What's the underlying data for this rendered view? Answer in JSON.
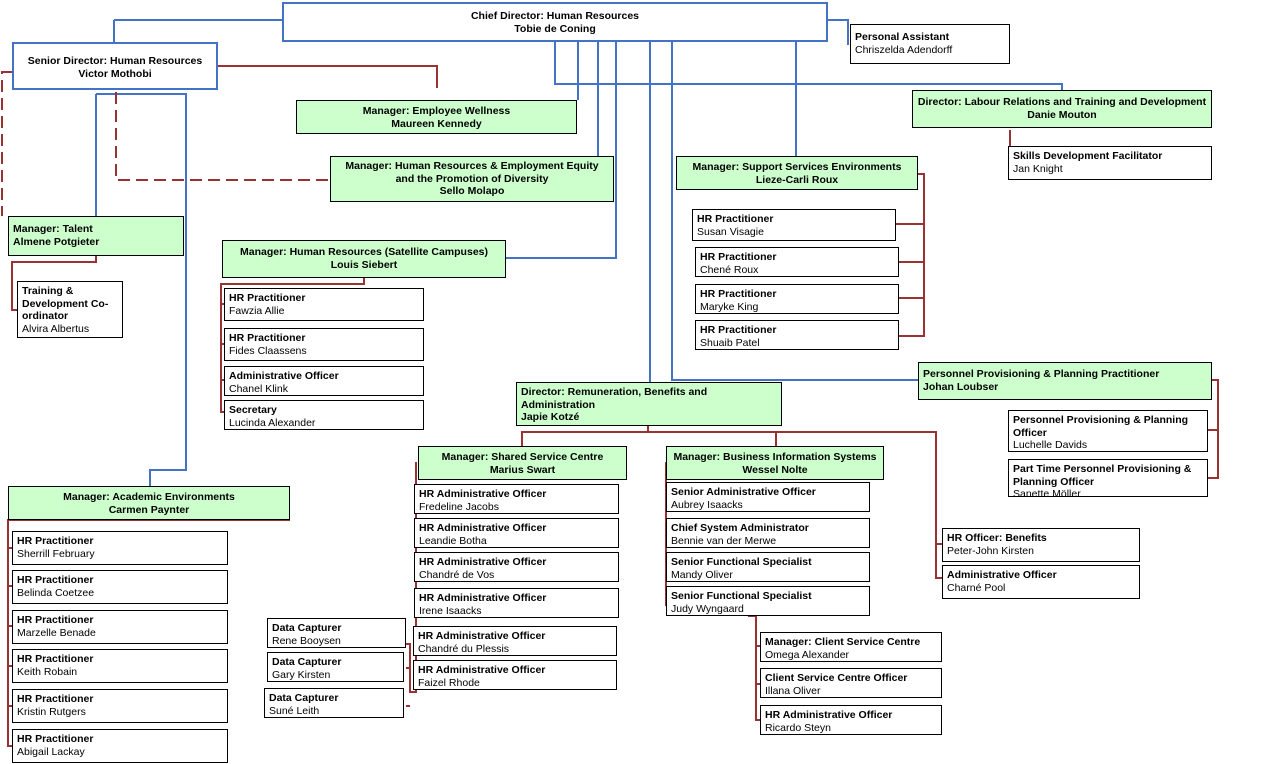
{
  "colors": {
    "blue_line": "#4472c4",
    "red_line": "#993333",
    "box_green": "#ccffcc",
    "box_border": "#000000"
  },
  "boxes": {
    "chief": {
      "title": "Chief Director: Human Resources",
      "name": "Tobie de Coning"
    },
    "senior": {
      "title": "Senior Director: Human Resources",
      "name": "Victor Mothobi"
    },
    "pa": {
      "title": "Personal Assistant",
      "name": "Chriszelda Adendorff"
    },
    "wellness": {
      "title": "Manager: Employee Wellness",
      "name": "Maureen Kennedy"
    },
    "diversity": {
      "title": "Manager: Human Resources & Employment Equity and the Promotion of Diversity",
      "name": "Sello Molapo"
    },
    "labour": {
      "title": "Director: Labour Relations and Training and Development",
      "name": "Danie Mouton"
    },
    "skills": {
      "title": "Skills Development Facilitator",
      "name": "Jan Knight"
    },
    "support": {
      "title": "Manager: Support Services Environments",
      "name": "Lieze-Carli Roux"
    },
    "sup1": {
      "title": "HR Practitioner",
      "name": "Susan Visagie"
    },
    "sup2": {
      "title": "HR Practitioner",
      "name": "Chené Roux"
    },
    "sup3": {
      "title": "HR Practitioner",
      "name": "Maryke King"
    },
    "sup4": {
      "title": "HR Practitioner",
      "name": "Shuaib Patel"
    },
    "talent": {
      "title": "Manager: Talent",
      "name": "Almene Potgieter"
    },
    "training": {
      "title": "Training & Development Co-ordinator",
      "name": "Alvira Albertus"
    },
    "satellite": {
      "title": "Manager: Human Resources (Satellite Campuses)",
      "name": "Louis Siebert"
    },
    "sat1": {
      "title": "HR Practitioner",
      "name": "Fawzia Allie"
    },
    "sat2": {
      "title": "HR Practitioner",
      "name": "Fides Claassens"
    },
    "sat3": {
      "title": "Administrative Officer",
      "name": "Chanel Klink"
    },
    "sat4": {
      "title": "Secretary",
      "name": "Lucinda Alexander"
    },
    "provisioning": {
      "title": "Personnel Provisioning & Planning Practitioner",
      "name": "Johan Loubser"
    },
    "prov1": {
      "title": "Personnel Provisioning & Planning Officer",
      "name": "Luchelle Davids"
    },
    "prov2": {
      "title": "Part Time Personnel Provisioning & Planning Officer",
      "name": "Sanette Möller"
    },
    "remuneration": {
      "title": "Director: Remuneration, Benefits and Administration",
      "name": "Japie Kotzé"
    },
    "shared": {
      "title": "Manager: Shared Service Centre",
      "name": "Marius Swart"
    },
    "ssc1": {
      "title": "HR Administrative Officer",
      "name": "Fredeline Jacobs"
    },
    "ssc2": {
      "title": "HR Administrative Officer",
      "name": "Leandie Botha"
    },
    "ssc3": {
      "title": "HR Administrative Officer",
      "name": "Chandré de Vos"
    },
    "ssc4": {
      "title": "HR Administrative Officer",
      "name": "Irene Isaacks"
    },
    "ssc5": {
      "title": "HR Administrative Officer",
      "name": "Chandré du Plessis"
    },
    "ssc6": {
      "title": "HR Administrative Officer",
      "name": "Faizel Rhode"
    },
    "dc1": {
      "title": "Data Capturer",
      "name": "Rene Booysen"
    },
    "dc2": {
      "title": "Data Capturer",
      "name": "Gary Kirsten"
    },
    "dc3": {
      "title": "Data Capturer",
      "name": "Suné Leith"
    },
    "bis": {
      "title": "Manager: Business Information Systems",
      "name": "Wessel Nolte"
    },
    "bis1": {
      "title": "Senior Administrative Officer",
      "name": "Aubrey Isaacks"
    },
    "bis2": {
      "title": "Chief System Administrator",
      "name": "Bennie van der Merwe"
    },
    "bis3": {
      "title": "Senior Functional Specialist",
      "name": "Mandy Oliver"
    },
    "bis4": {
      "title": "Senior Functional Specialist",
      "name": "Judy Wyngaard"
    },
    "csc": {
      "title": "Manager: Client Service Centre",
      "name": "Omega Alexander"
    },
    "csc1": {
      "title": "Client Service Centre Officer",
      "name": "Illana Oliver"
    },
    "csc2": {
      "title": "HR Administrative Officer",
      "name": "Ricardo Steyn"
    },
    "benefits": {
      "title": "HR Officer: Benefits",
      "name": "Peter-John Kirsten"
    },
    "admin": {
      "title": "Administrative Officer",
      "name": "Charné Pool"
    },
    "academic": {
      "title": "Manager: Academic Environments",
      "name": "Carmen Paynter"
    },
    "ac1": {
      "title": "HR Practitioner",
      "name": "Sherrill February"
    },
    "ac2": {
      "title": "HR Practitioner",
      "name": "Belinda Coetzee"
    },
    "ac3": {
      "title": "HR Practitioner",
      "name": "Marzelle Benade"
    },
    "ac4": {
      "title": "HR Practitioner",
      "name": "Keith Robain"
    },
    "ac5": {
      "title": "HR Practitioner",
      "name": "Kristin Rutgers"
    },
    "ac6": {
      "title": "HR Practitioner",
      "name": "Abigail Lackay"
    }
  }
}
